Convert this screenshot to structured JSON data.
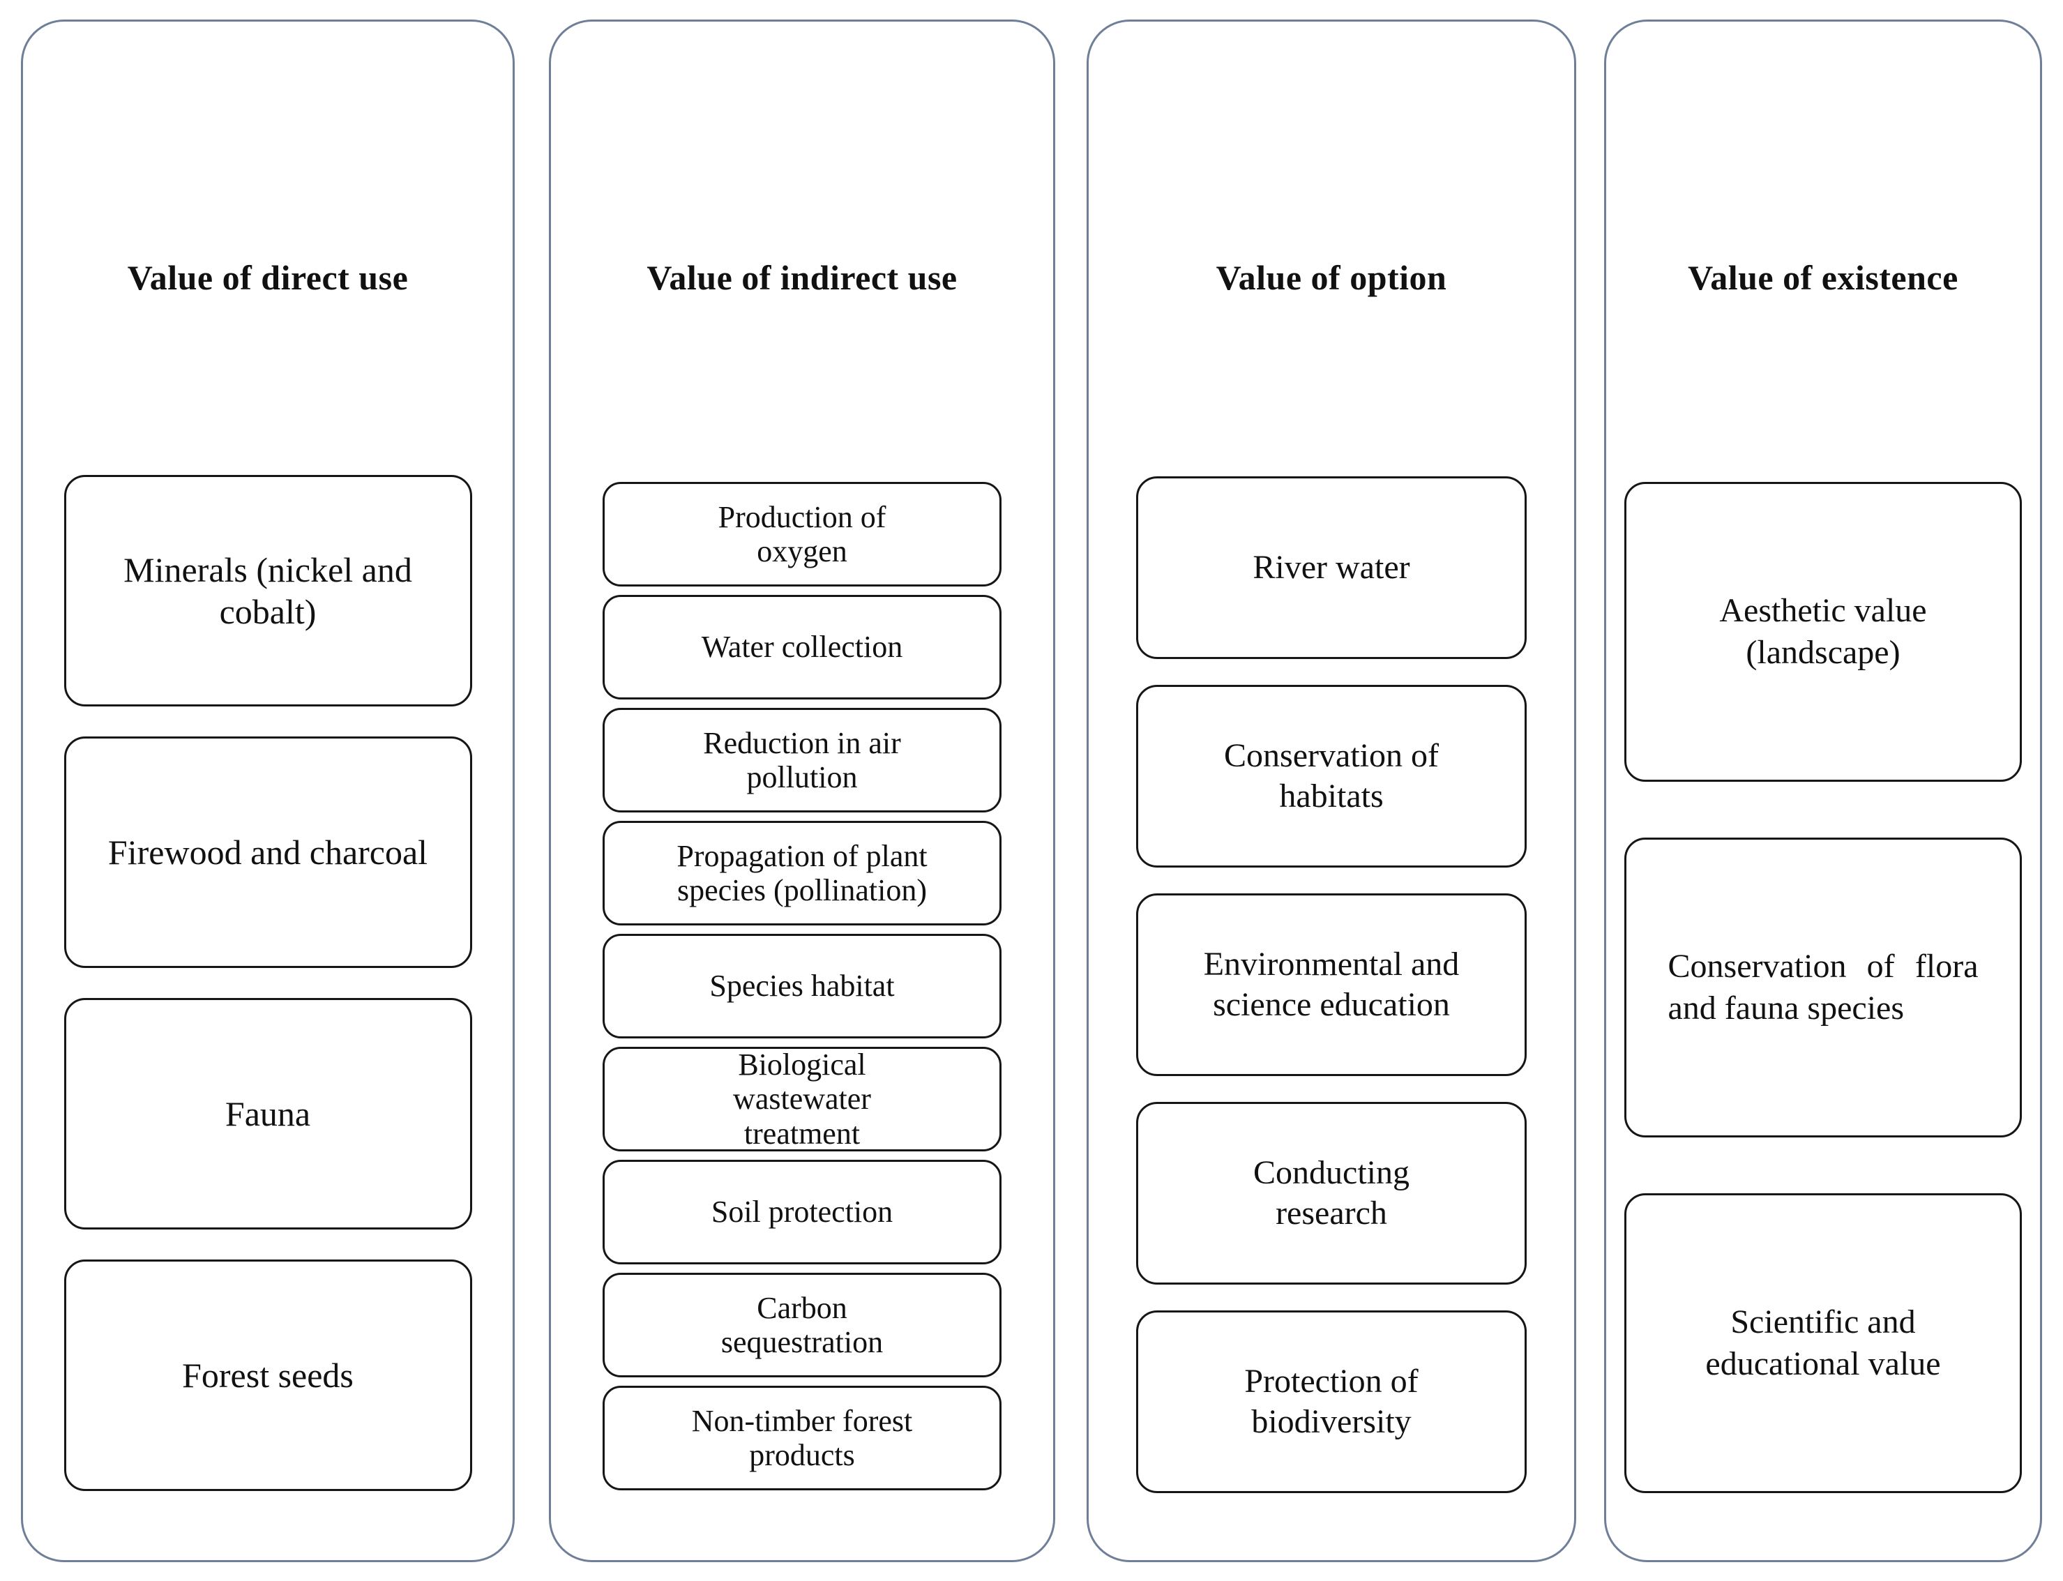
{
  "figure": {
    "colors": {
      "column_border": "#6f7f98",
      "box_border": "#161616",
      "text": "#111111",
      "background": "#ffffff"
    },
    "columns": [
      {
        "title": "Value of direct use",
        "boxes": [
          {
            "label": "Minerals (nickel and\ncobalt)"
          },
          {
            "label": "Firewood and charcoal"
          },
          {
            "label": "Fauna"
          },
          {
            "label": "Forest seeds"
          }
        ]
      },
      {
        "title": "Value of indirect use",
        "boxes": [
          {
            "label": "Production of\noxygen"
          },
          {
            "label": "Water collection"
          },
          {
            "label": "Reduction in air\npollution"
          },
          {
            "label": "Propagation of plant\nspecies (pollination)"
          },
          {
            "label": "Species habitat"
          },
          {
            "label": "Biological\nwastewater\ntreatment"
          },
          {
            "label": "Soil protection"
          },
          {
            "label": "Carbon\nsequestration"
          },
          {
            "label": "Non-timber forest\nproducts"
          }
        ]
      },
      {
        "title": "Value of option",
        "boxes": [
          {
            "label": "River water"
          },
          {
            "label": "Conservation of\nhabitats"
          },
          {
            "label": "Environmental and\nscience education"
          },
          {
            "label": "Conducting\nresearch"
          },
          {
            "label": "Protection of\nbiodiversity"
          }
        ]
      },
      {
        "title": "Value of existence",
        "boxes": [
          {
            "label": "Aesthetic value\n(landscape)"
          },
          {
            "label": "Conservation of flora and fauna species",
            "align": "justify"
          },
          {
            "label": "Scientific and\neducational value"
          }
        ]
      }
    ]
  }
}
